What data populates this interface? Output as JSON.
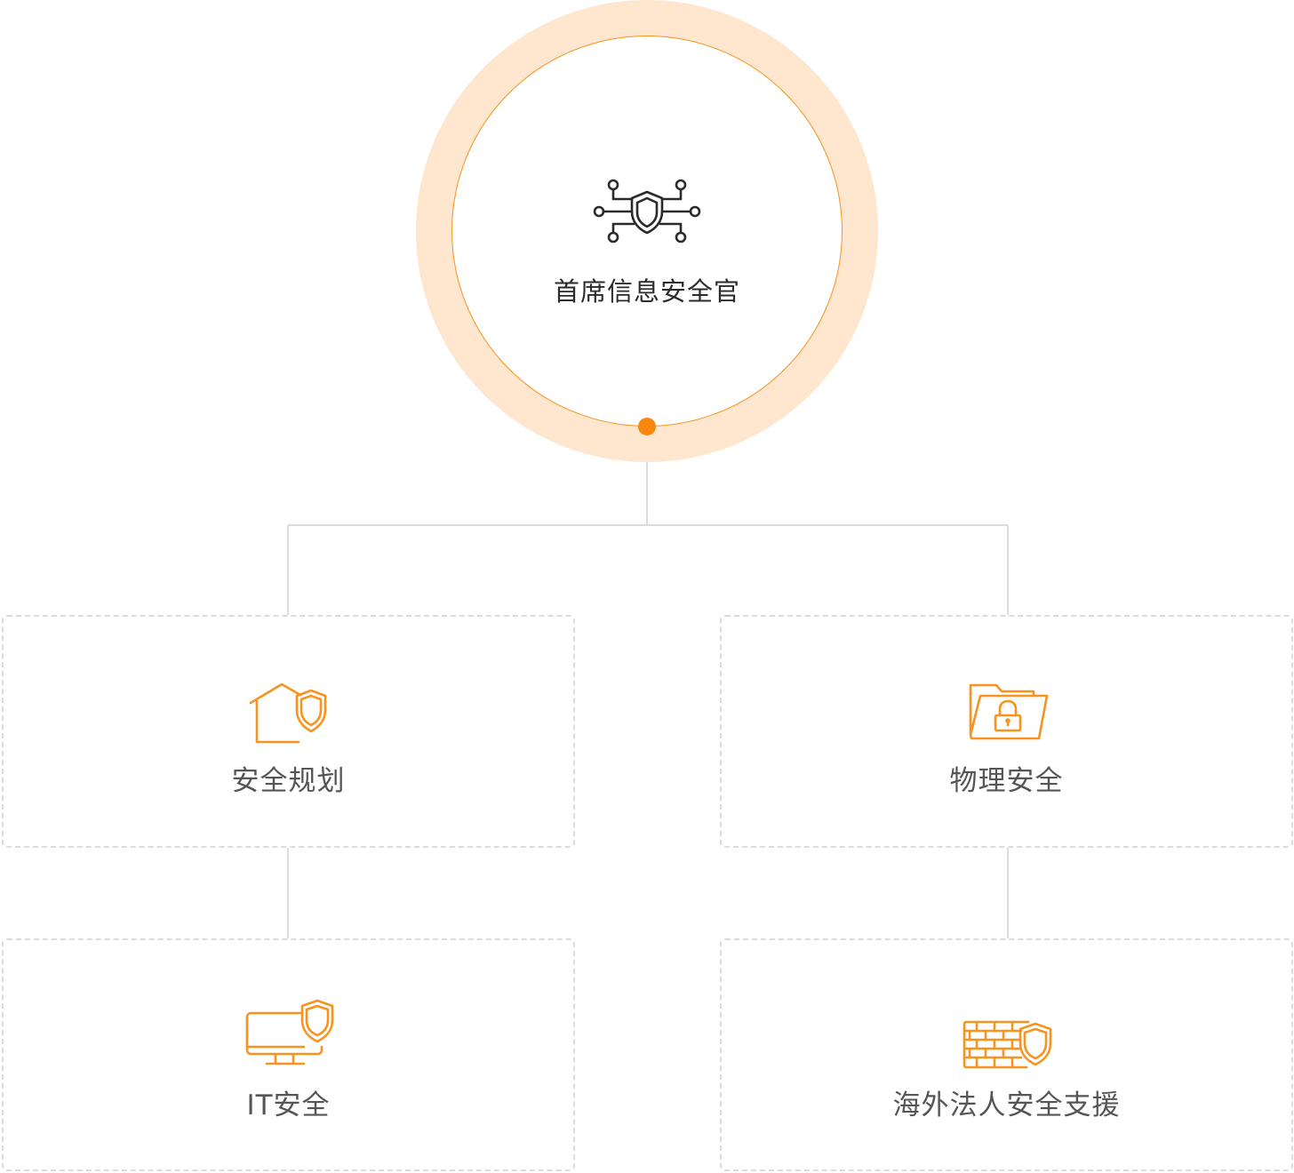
{
  "root": {
    "label": "首席信息安全官",
    "icon": "network-shield-icon"
  },
  "nodes": [
    {
      "id": "planning",
      "label": "安全规划",
      "icon": "house-shield-icon"
    },
    {
      "id": "physical",
      "label": "物理安全",
      "icon": "folder-lock-icon"
    },
    {
      "id": "it",
      "label": "IT安全",
      "icon": "monitor-shield-icon"
    },
    {
      "id": "overseas",
      "label": "海外法人安全支援",
      "icon": "firewall-shield-icon"
    }
  ],
  "colors": {
    "accent": "#f7931e",
    "ring": "#fee6cf",
    "connector": "#dcdcdc",
    "root_text": "#2b2b2b",
    "node_text": "#555555"
  }
}
